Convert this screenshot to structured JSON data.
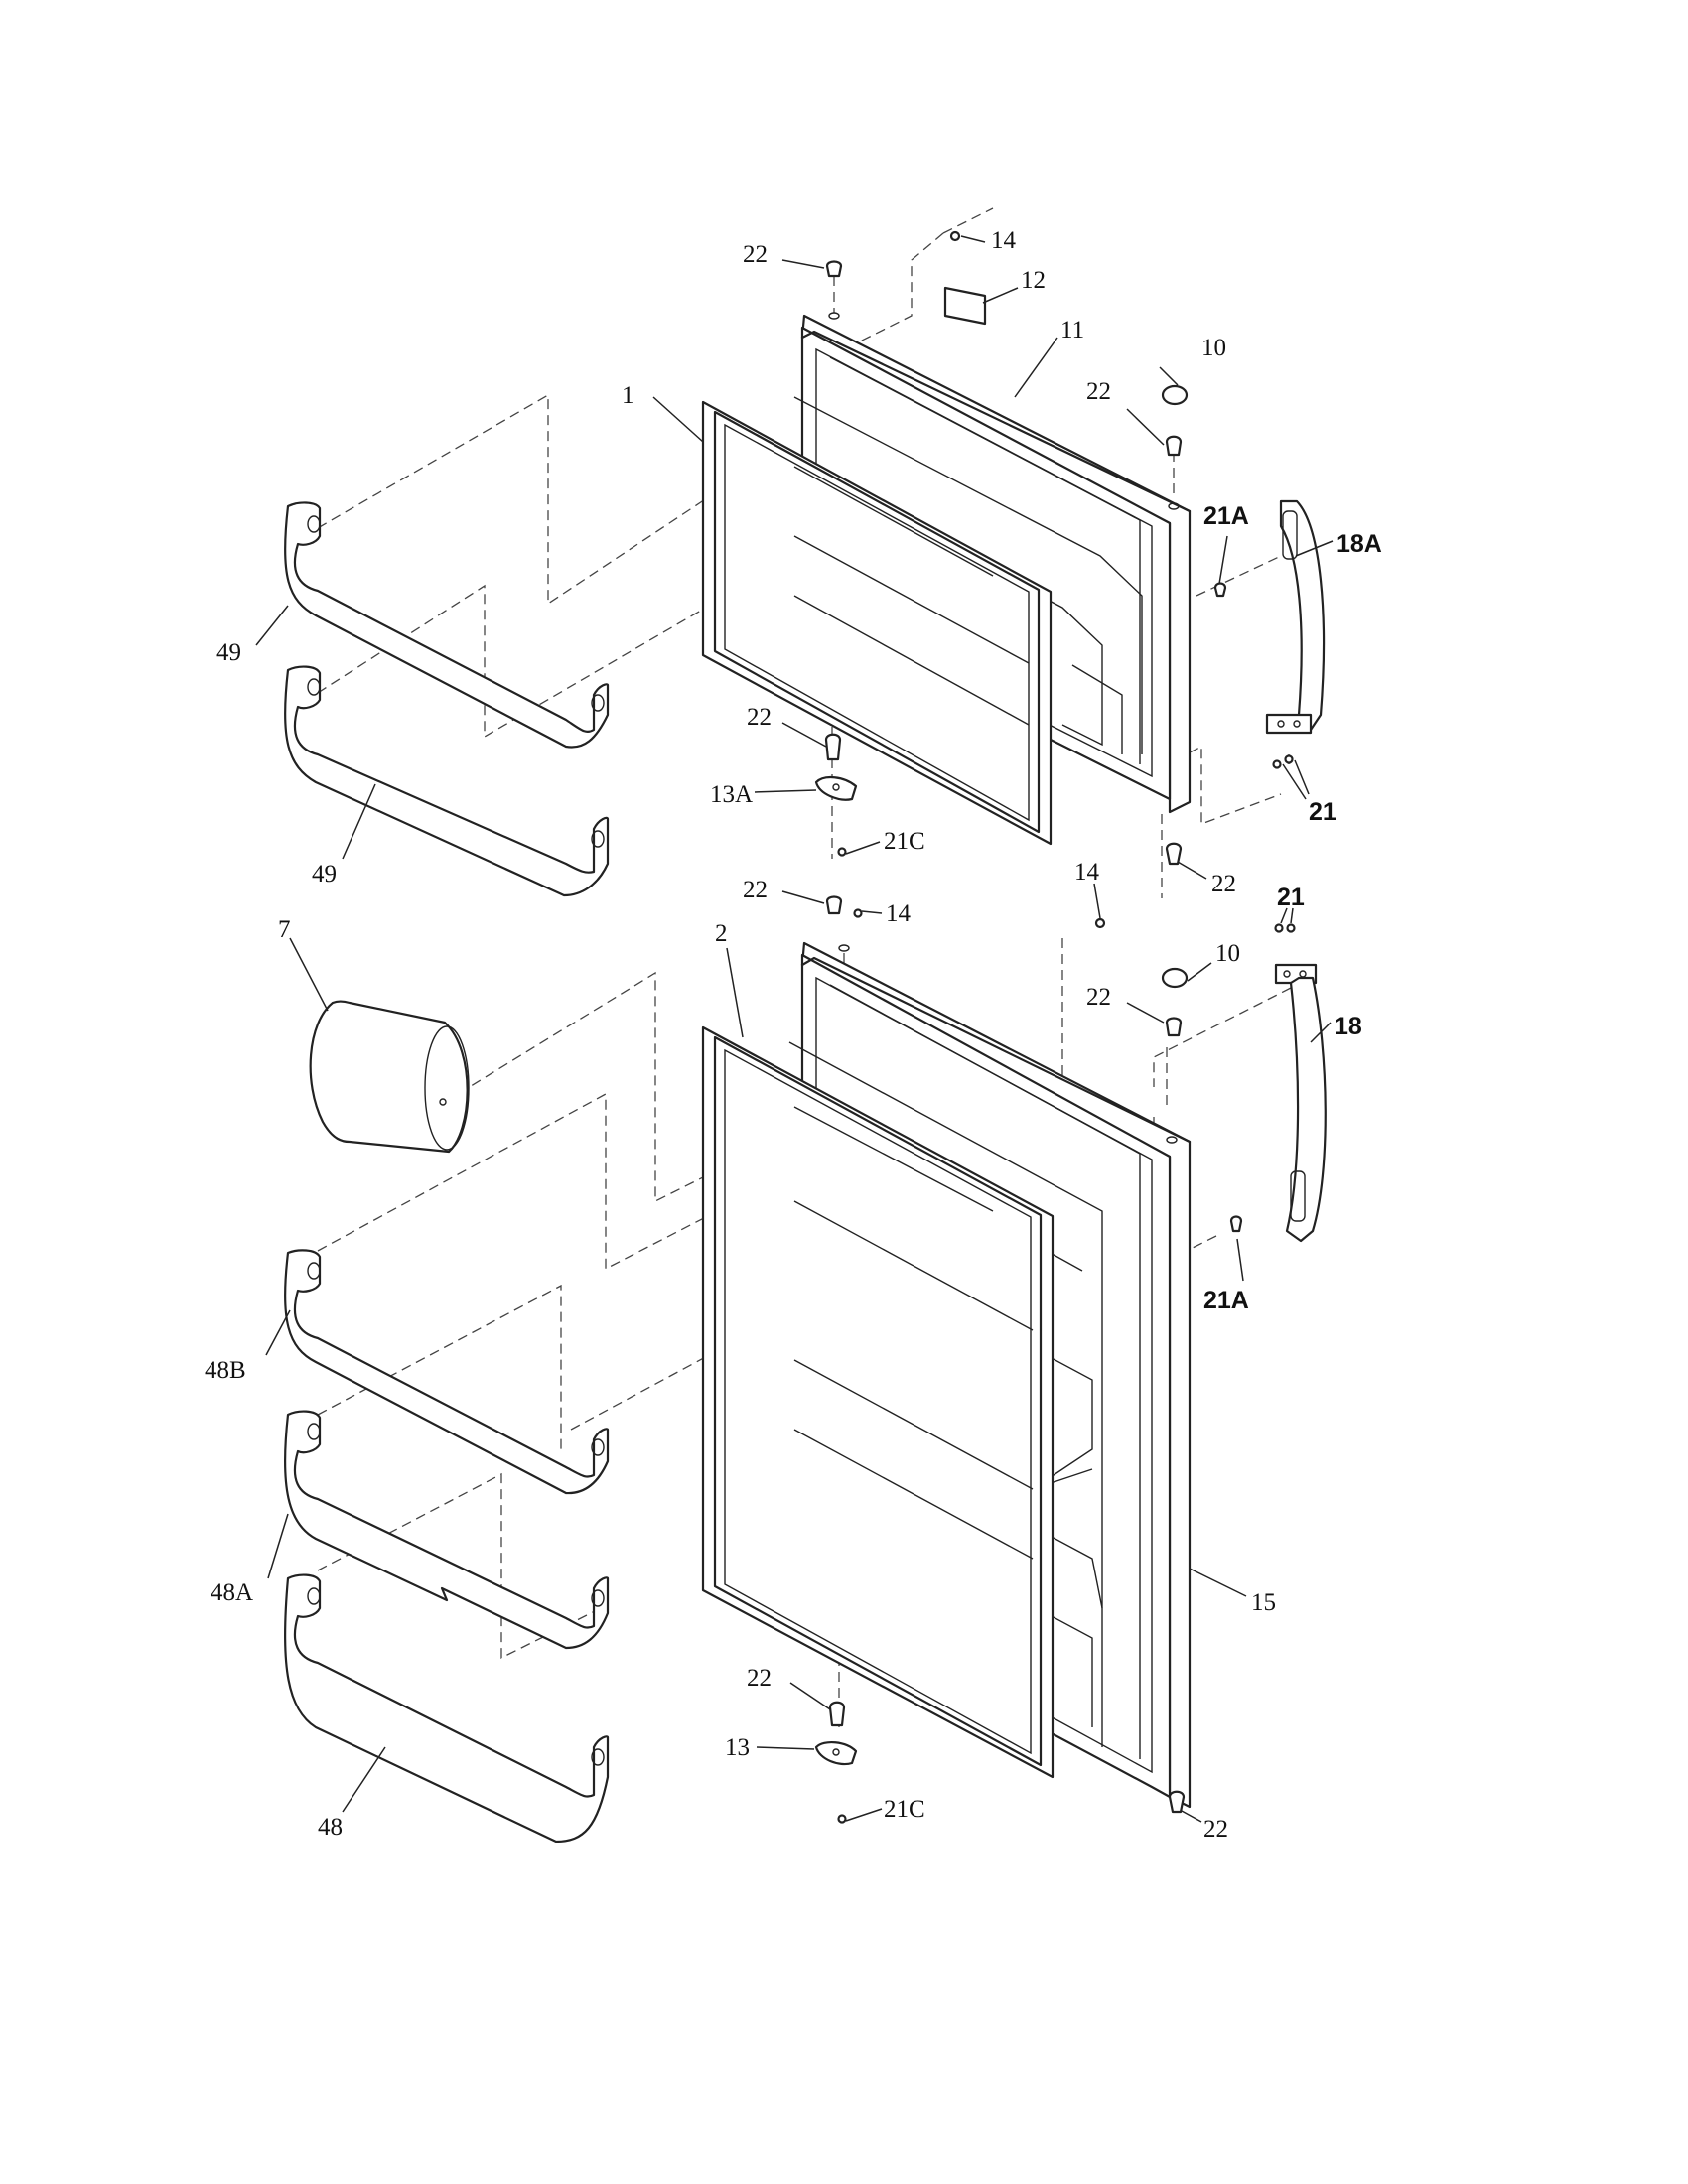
{
  "callouts": {
    "c22_top": "22",
    "c14_top": "14",
    "c12": "12",
    "c11": "11",
    "c10_top": "10",
    "c22_upper_right": "22",
    "c1": "1",
    "c21A_top": "21A",
    "c18A": "18A",
    "c49_a": "49",
    "c49_b": "49",
    "c22_fz_hinge": "22",
    "c13A": "13A",
    "c21C_top": "21C",
    "c21_top": "21",
    "c22_fz_bottom": "22",
    "c22_ff_top": "22",
    "c14_ff_a": "14",
    "c14_ff_b": "14",
    "c21_ff": "21",
    "c7": "7",
    "c10_ff": "10",
    "c2": "2",
    "c22_ff_right": "22",
    "c18": "18",
    "c21A_ff": "21A",
    "c48B": "48B",
    "c48A": "48A",
    "c15": "15",
    "c22_ff_hinge": "22",
    "c13": "13",
    "c21C_ff": "21C",
    "c48": "48",
    "c22_ff_bottom": "22"
  }
}
